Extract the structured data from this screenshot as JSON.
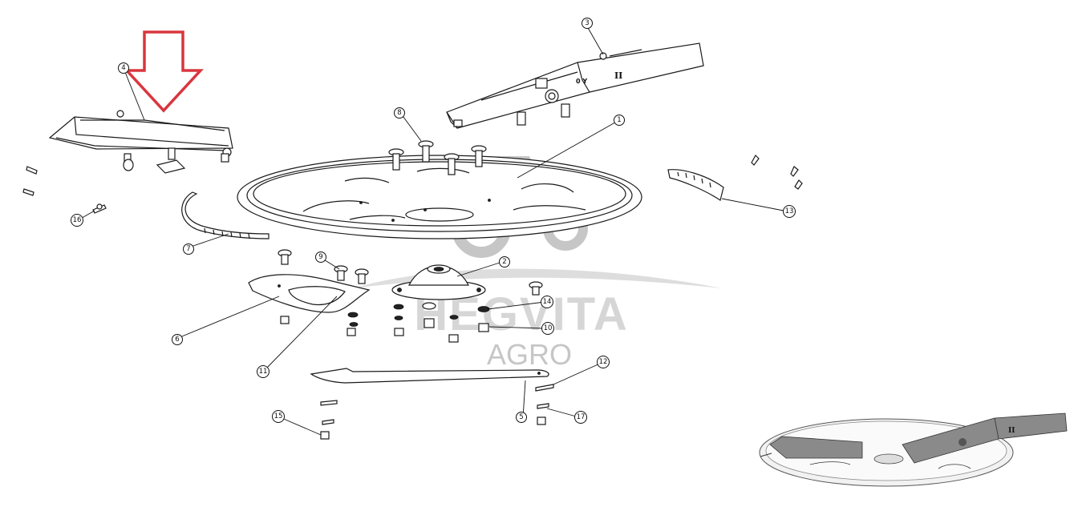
{
  "watermark": {
    "brand": "HEGVITA",
    "sub": "AGRO",
    "color": "#c8c8c8"
  },
  "highlight_arrow": {
    "color": "#d9363e",
    "target_part": "4"
  },
  "callouts": [
    "1",
    "2",
    "3",
    "4",
    "5",
    "6",
    "7",
    "8",
    "9",
    "10",
    "11",
    "12",
    "13",
    "14",
    "15",
    "16",
    "17"
  ],
  "rotor_marking": "0 Y",
  "rotor_marking_roman": "II"
}
